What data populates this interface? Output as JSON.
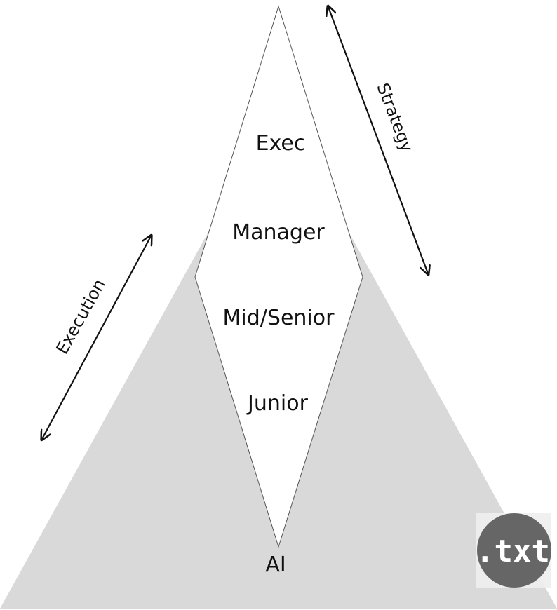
{
  "levels": {
    "exec": "Exec",
    "manager": "Manager",
    "mid_senior": "Mid/Senior",
    "junior": "Junior",
    "ai": "AI"
  },
  "arrows": {
    "strategy": "Strategy",
    "execution": "Execution"
  },
  "logo": {
    "text": ".txt"
  },
  "colors": {
    "background": "#ffffff",
    "triangle_fill": "#d9d9d9",
    "diamond_fill": "#ffffff",
    "diamond_stroke": "#555555",
    "text": "#111111",
    "logo_circle": "#666666",
    "logo_box": "#eeeeee"
  }
}
